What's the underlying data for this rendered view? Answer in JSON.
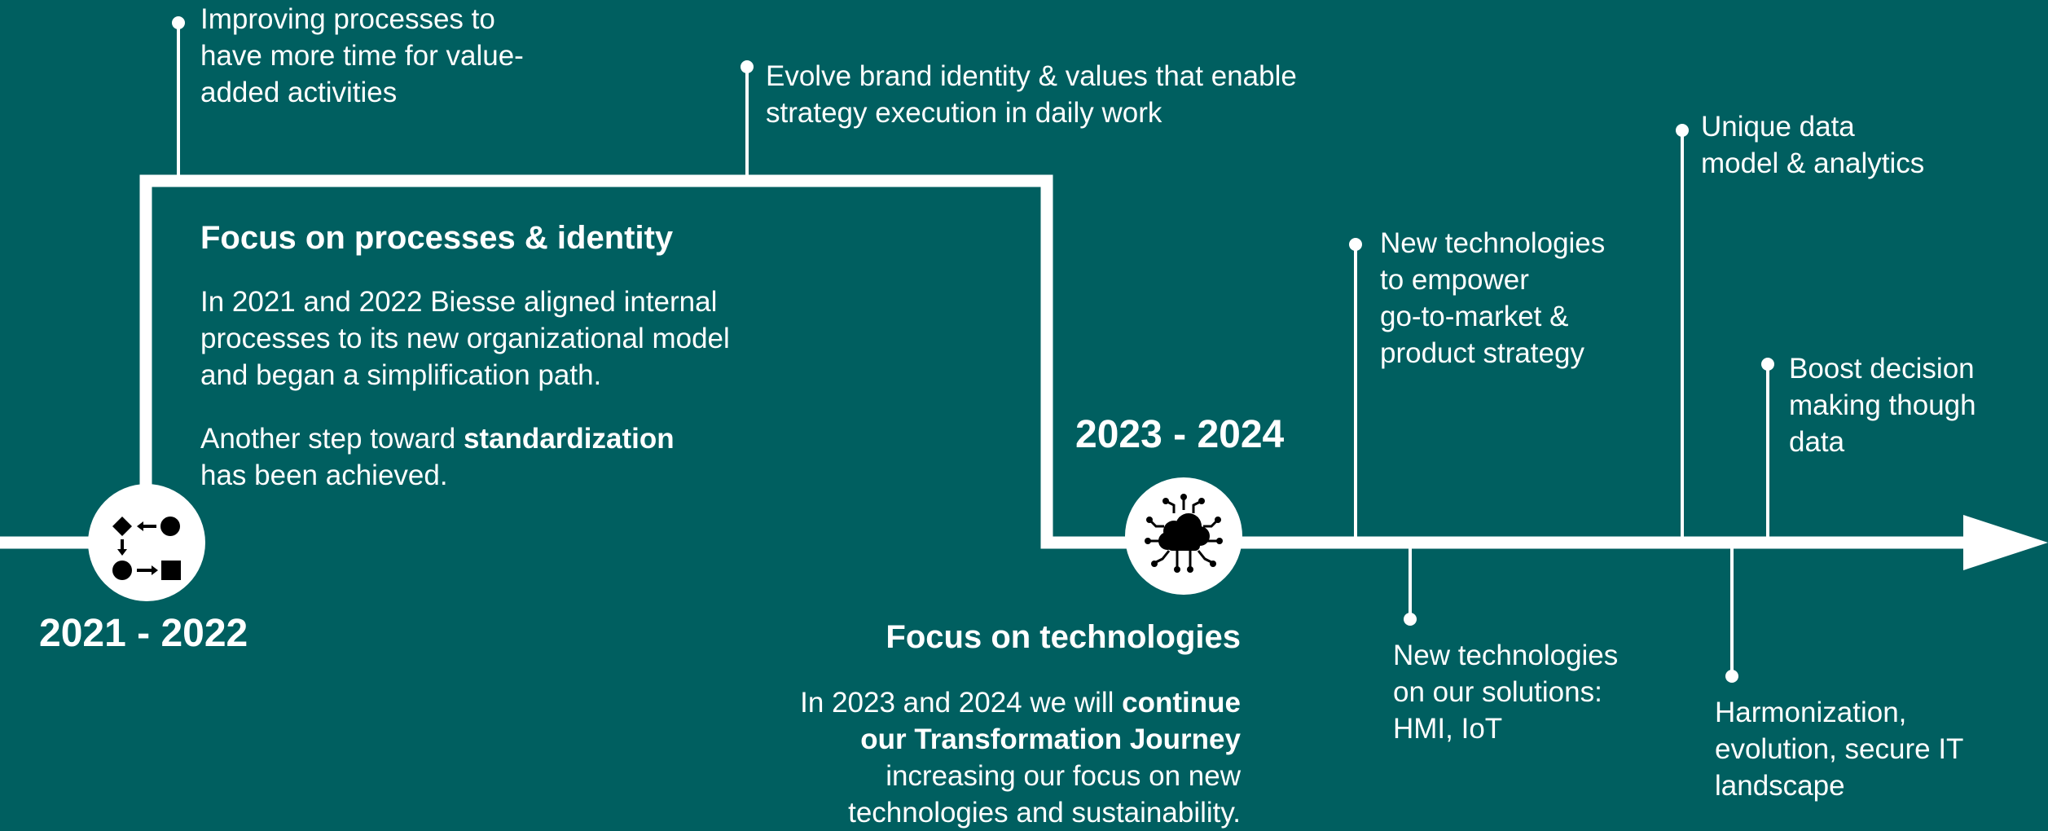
{
  "colors": {
    "background": "#005f60",
    "line": "#ffffff",
    "icon": "#000000"
  },
  "phase1": {
    "years": "2021 - 2022",
    "title": "Focus on processes & identity",
    "paragraph1": "In 2021 and 2022 Biesse aligned internal processes to its new organizational model and began a simplification path.",
    "paragraph2_pre": "Another step toward ",
    "paragraph2_bold": "standardization",
    "paragraph2_post": "has been achieved.",
    "icon": "process-flow-icon"
  },
  "phase2": {
    "years": "2023 - 2024",
    "title": "Focus on technologies",
    "para_pre": "In 2023 and 2024 we will ",
    "para_bold1": "continue",
    "para_bold2": "our Transformation Journey",
    "para_line3": "increasing our focus on new",
    "para_line4": "technologies and sustainability.",
    "icon": "cloud-network-icon"
  },
  "milestones": {
    "improving": [
      "Improving processes to",
      "have more time for value-",
      "added activities"
    ],
    "brand": [
      "Evolve brand identity & values that enable",
      "strategy execution in daily work"
    ],
    "new_tech_gtm": [
      "New technologies",
      "to empower",
      "go-to-market &",
      "product strategy"
    ],
    "unique_data": [
      "Unique data",
      "model & analytics"
    ],
    "boost": [
      "Boost decision",
      "making though",
      "data"
    ],
    "new_tech_solutions": [
      "New technologies",
      "on our solutions:",
      "HMI, IoT"
    ],
    "harmonization": [
      "Harmonization,",
      "evolution, secure IT",
      "landscape"
    ]
  }
}
